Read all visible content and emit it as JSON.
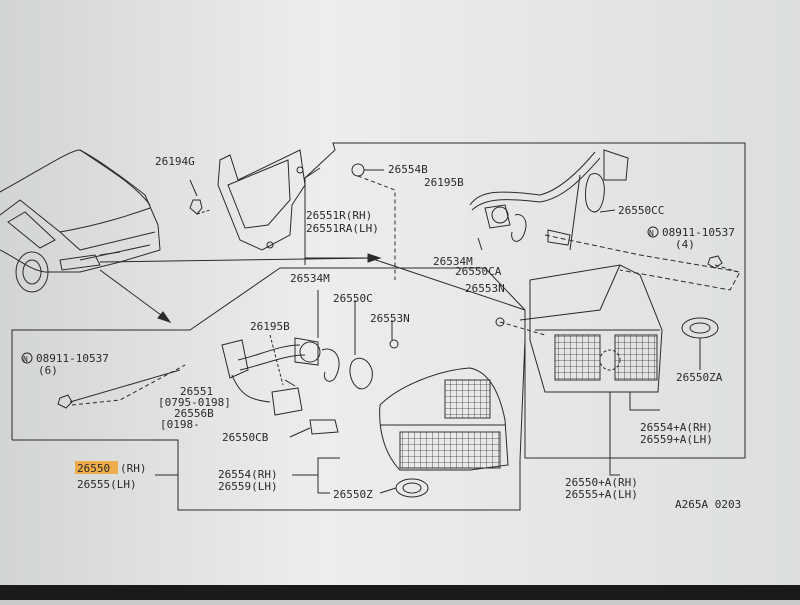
{
  "labels": {
    "p26194G": "26194G",
    "p26551R": "26551R(RH)",
    "p26551RA": "26551RA(LH)",
    "p26554B": "26554B",
    "p26195B_top": "26195B",
    "p26550CC": "26550CC",
    "n08911_right": "N",
    "p08911_right": "08911-10537",
    "q4": "(4)",
    "p26534M_top": "26534M",
    "p26550CA": "26550CA",
    "p26553N_top": "26553N",
    "p26534M_left": "26534M",
    "p26550C": "26550C",
    "p26553N_left": "26553N",
    "p26195B_left": "26195B",
    "n08911_left": "N",
    "p08911_left": "08911-10537",
    "q6": "(6)",
    "p26551": "26551",
    "date1": "[0795-0198]",
    "p26556B": "26556B",
    "date2": "[0198-",
    "p26550CB": "26550CB",
    "p26554RH": "26554(RH)",
    "p26559LH": "26559(LH)",
    "p26550Z": "26550Z",
    "p26550RH_num": "26550",
    "p26550RH_suffix": "(RH)",
    "p26555LH": "26555(LH)",
    "p26550ZA": "26550ZA",
    "p26554A": "26554+A(RH)",
    "p26559A": "26559+A(LH)",
    "p26550A": "26550+A(RH)",
    "p26555A": "26555+A(LH)",
    "code": "A265A 0203"
  },
  "colors": {
    "paper": "#e6e9e6",
    "ink": "#2a2a2a",
    "highlight": "#f0a63a",
    "frame": "#1a1a1a"
  }
}
